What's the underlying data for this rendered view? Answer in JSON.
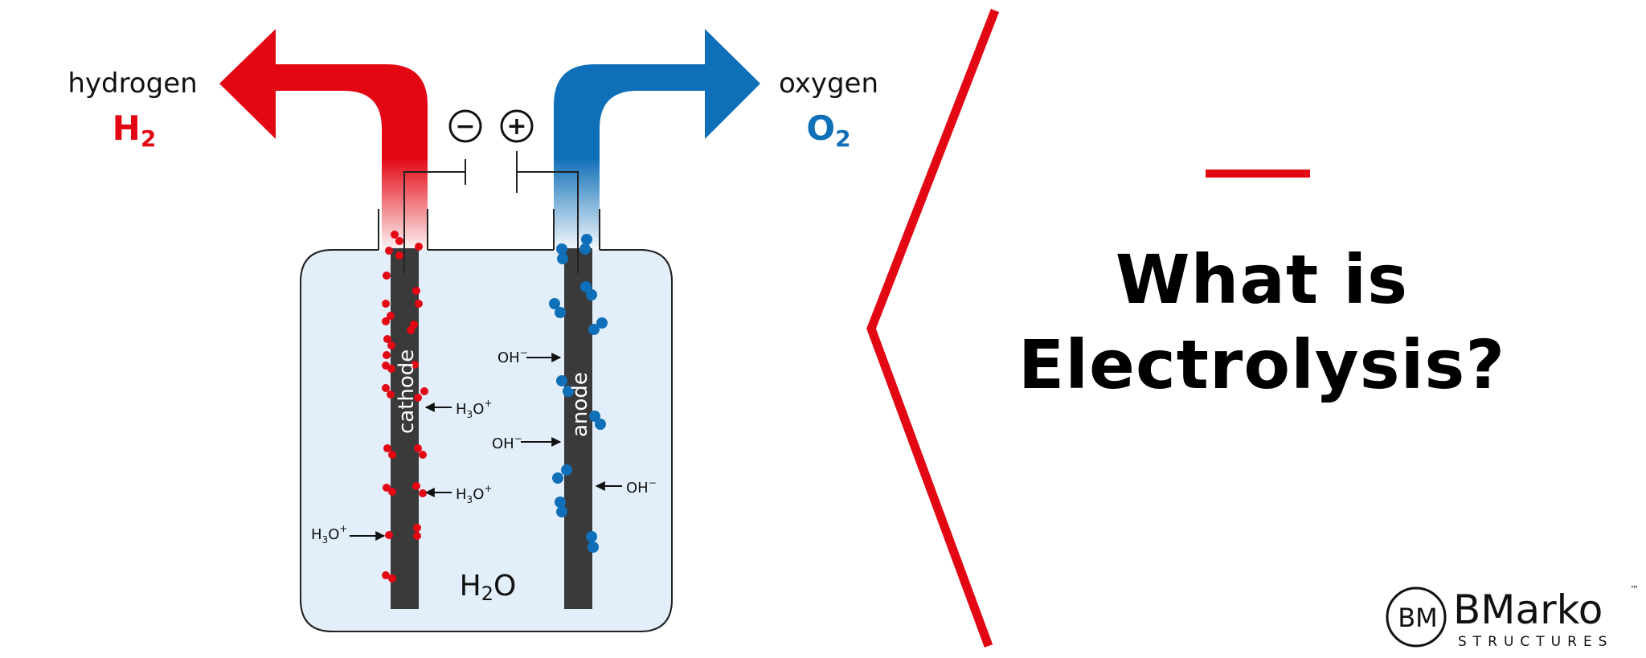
{
  "diagram": {
    "hydrogen_label": "hydrogen",
    "hydrogen_formula": {
      "base": "H",
      "sub": "2"
    },
    "oxygen_label": "oxygen",
    "oxygen_formula": {
      "base": "O",
      "sub": "2"
    },
    "negative_terminal": "−",
    "positive_terminal": "+",
    "cathode_label": "cathode",
    "anode_label": "anode",
    "water_formula": {
      "base": "H",
      "sub": "2",
      "rest": "O"
    },
    "cathode_ions": [
      {
        "base": "H",
        "sub": "3",
        "rest": "O",
        "sup": "+"
      },
      {
        "base": "H",
        "sub": "3",
        "rest": "O",
        "sup": "+"
      },
      {
        "base": "H",
        "sub": "3",
        "rest": "O",
        "sup": "+"
      }
    ],
    "anode_ions": [
      {
        "base": "OH",
        "sup": "−"
      },
      {
        "base": "OH",
        "sup": "−"
      },
      {
        "base": "OH",
        "sup": "−"
      }
    ]
  },
  "headline": {
    "line1": "What is",
    "line2": "Electrolysis?"
  },
  "brand": {
    "monogram": "BM",
    "name": "BMarko",
    "tagline": "STRUCTURES",
    "trademark": "™"
  },
  "colors": {
    "hydrogen_red": "#e30613",
    "oxygen_blue": "#0f6fb8",
    "water_fill": "#e2eef9",
    "electrode": "#3a3a3a",
    "accent_red": "#e30613"
  }
}
